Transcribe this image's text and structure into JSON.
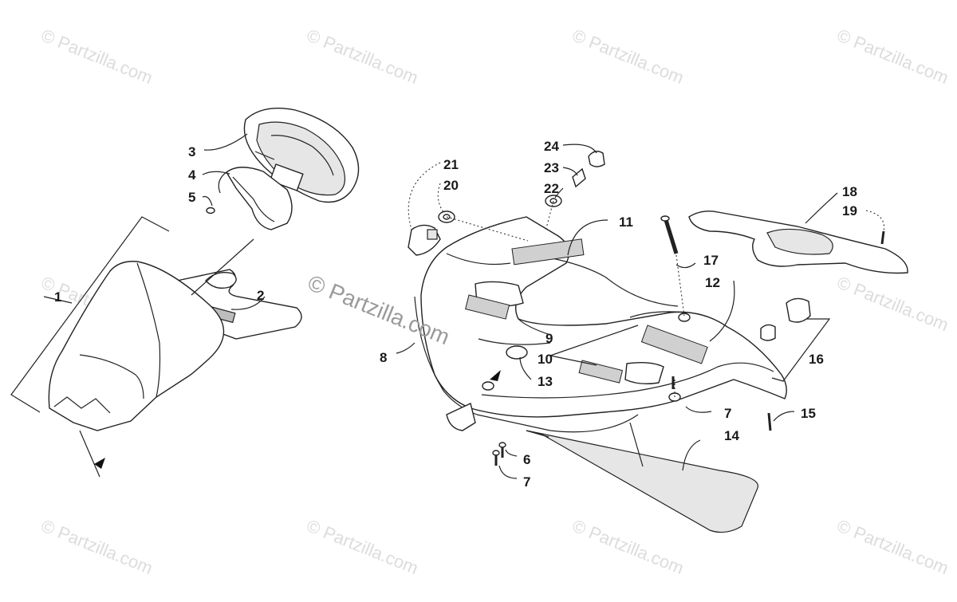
{
  "watermark": {
    "corner_text": "© Partzilla.com",
    "center_text": "© Partzilla.com"
  },
  "callouts": [
    {
      "id": "1",
      "text": "1"
    },
    {
      "id": "2",
      "text": "2"
    },
    {
      "id": "3",
      "text": "3"
    },
    {
      "id": "4",
      "text": "4"
    },
    {
      "id": "5",
      "text": "5"
    },
    {
      "id": "6",
      "text": "6"
    },
    {
      "id": "7a",
      "text": "7"
    },
    {
      "id": "7b",
      "text": "7"
    },
    {
      "id": "8",
      "text": "8"
    },
    {
      "id": "9",
      "text": "9"
    },
    {
      "id": "10",
      "text": "10"
    },
    {
      "id": "11",
      "text": "11"
    },
    {
      "id": "12",
      "text": "12"
    },
    {
      "id": "13",
      "text": "13"
    },
    {
      "id": "14",
      "text": "14"
    },
    {
      "id": "15",
      "text": "15"
    },
    {
      "id": "16",
      "text": "16"
    },
    {
      "id": "17",
      "text": "17"
    },
    {
      "id": "18",
      "text": "18"
    },
    {
      "id": "19",
      "text": "19"
    },
    {
      "id": "20",
      "text": "20"
    },
    {
      "id": "21",
      "text": "21"
    },
    {
      "id": "22",
      "text": "22"
    },
    {
      "id": "23",
      "text": "23"
    },
    {
      "id": "24",
      "text": "24"
    }
  ],
  "colors": {
    "line": "#222222",
    "watermark": "#dcdcdc",
    "background": "#ffffff"
  }
}
